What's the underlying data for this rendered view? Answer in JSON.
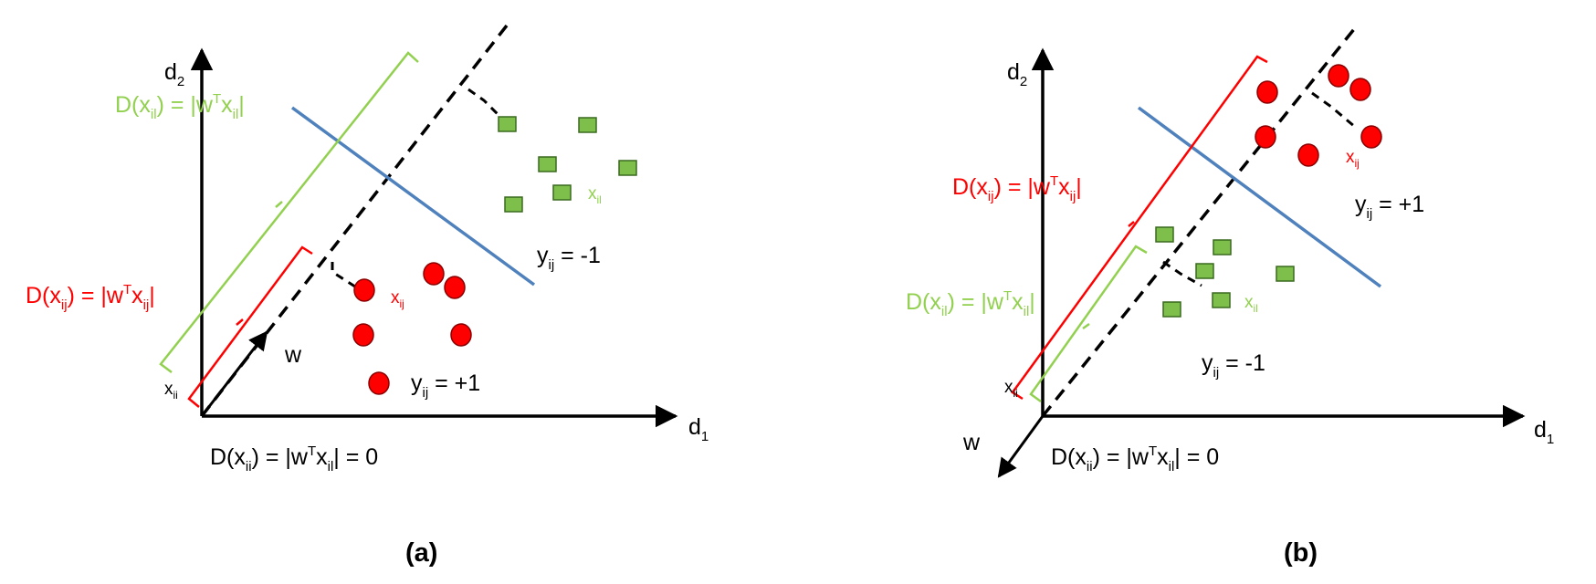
{
  "colors": {
    "ink": "#000000",
    "red": "#ff0000",
    "green": "#92d050",
    "point_fill_green": "#7dbf4a",
    "point_stroke_green": "#3a6a1e",
    "point_fill_red": "#ff0000",
    "point_stroke_red": "#8b0000",
    "hyperplane": "#4f81bd"
  },
  "panel_a": {
    "caption": "(a)",
    "axis_x": {
      "base": "d",
      "sub": "1"
    },
    "axis_y": {
      "base": "d",
      "sub": "2"
    },
    "vector_label": "w",
    "origin_point": {
      "base": "x",
      "sub": "ii"
    },
    "eq_green": {
      "pre": "D(x",
      "sub": "il",
      "mid": ") = |w",
      "sup": "T",
      "x": "x",
      "sub2": "il",
      "post": "|"
    },
    "eq_red": {
      "pre": "D(x",
      "sub": "ij",
      "mid": ") = |w",
      "sup": "T",
      "x": "x",
      "sub2": "ij",
      "post": "|"
    },
    "eq_origin": {
      "pre": "D(x",
      "sub": "ii",
      "mid": ") = |w",
      "sup": "T",
      "x": "x",
      "sub2": "il",
      "post": "| = 0"
    },
    "point_green_label": {
      "base": "x",
      "sub": "il"
    },
    "point_red_label": {
      "base": "x",
      "sub": "ij"
    },
    "class_green": {
      "base": "y",
      "sub": "ij",
      "post": " = -1"
    },
    "class_red": {
      "base": "y",
      "sub": "ij",
      "post": " = +1"
    }
  },
  "panel_b": {
    "caption": "(b)",
    "axis_x": {
      "base": "d",
      "sub": "1"
    },
    "axis_y": {
      "base": "d",
      "sub": "2"
    },
    "vector_label": "w",
    "origin_point": {
      "base": "x",
      "sub": "ii"
    },
    "eq_red": {
      "pre": "D(x",
      "sub": "ij",
      "mid": ") = |w",
      "sup": "T",
      "x": "x",
      "sub2": "ij",
      "post": "|"
    },
    "eq_green": {
      "pre": "D(x",
      "sub": "il",
      "mid": ") = |w",
      "sup": "T",
      "x": "x",
      "sub2": "il",
      "post": "|"
    },
    "eq_origin": {
      "pre": "D(x",
      "sub": "ii",
      "mid": ") = |w",
      "sup": "T",
      "x": "x",
      "sub2": "il",
      "post": "| = 0"
    },
    "point_green_label": {
      "base": "x",
      "sub": "il"
    },
    "point_red_label": {
      "base": "x",
      "sub": "ij"
    },
    "class_red": {
      "base": "y",
      "sub": "ij",
      "post": " = +1"
    },
    "class_green": {
      "base": "y",
      "sub": "ij",
      "post": " = -1"
    }
  }
}
